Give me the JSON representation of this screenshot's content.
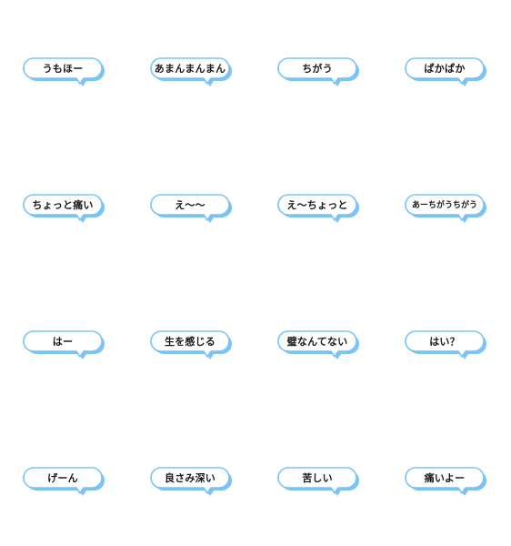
{
  "colors": {
    "outline": "#79c3f6",
    "shadow": "#79c3f6",
    "fill": "#ffffff",
    "text": "#1a1a1a"
  },
  "stickers": [
    {
      "label": "うもほー"
    },
    {
      "label": "あまんまんまん"
    },
    {
      "label": "ちがう"
    },
    {
      "label": "ぱかぱか"
    },
    {
      "label": "ちょっと痛い"
    },
    {
      "label": "え～～"
    },
    {
      "label": "え～ちょっと"
    },
    {
      "label": "あーちがうちがう"
    },
    {
      "label": "はー"
    },
    {
      "label": "生を感じる"
    },
    {
      "label": "璧なんてない"
    },
    {
      "label": "はい？"
    },
    {
      "label": "げーん"
    },
    {
      "label": "良さみ深い"
    },
    {
      "label": "苦しい"
    },
    {
      "label": "痛いよー"
    }
  ]
}
